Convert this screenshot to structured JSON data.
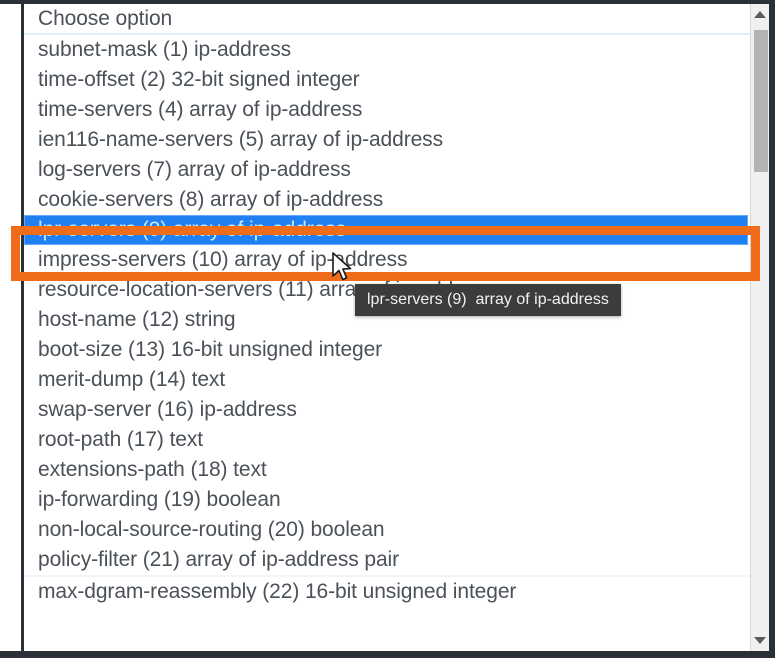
{
  "window": {
    "kind": "native-select-dropdown-popup",
    "frame_color": "#2b3038"
  },
  "dropdown": {
    "placeholder_option": "Choose option",
    "selected_index": 7,
    "options": [
      "subnet-mask (1) ip-address",
      "time-offset (2) 32-bit signed integer",
      "time-servers (4) array of ip-address",
      "ien116-name-servers (5) array of ip-address",
      "log-servers (7) array of ip-address",
      "cookie-servers (8) array of ip-address",
      "lpr-servers (9) array of ip-address",
      "impress-servers (10) array of ip-address",
      "resource-location-servers (11) array of ip-address",
      "host-name (12) string",
      "boot-size (13) 16-bit unsigned integer",
      "merit-dump (14) text",
      "swap-server (16) ip-address",
      "root-path (17) text",
      "extensions-path (18) text",
      "ip-forwarding (19) boolean",
      "non-local-source-routing (20) boolean",
      "policy-filter (21) array of ip-address pair",
      "max-dgram-reassembly (22) 16-bit unsigned integer"
    ],
    "selected_value": "lpr-servers (9) array of ip-address",
    "highlight_bg": "#2081f2",
    "highlight_text": "#cfe7ff",
    "text_color": "#4b5158"
  },
  "tooltip": {
    "text": "lpr-servers (9)  array of ip-address",
    "bg": "#3c3c3c",
    "fg": "#f2f2f2"
  },
  "annotation": {
    "label": "selected-option-highlight",
    "color": "#ef6c1a"
  },
  "scrollbar": {
    "up_arrow_icon": "triangle-up-icon",
    "down_arrow_icon": "triangle-down-icon",
    "thumb_color": "#b3b3b3",
    "track_color": "#f0f0f0"
  },
  "cursor": {
    "icon": "arrow-pointer-icon"
  }
}
